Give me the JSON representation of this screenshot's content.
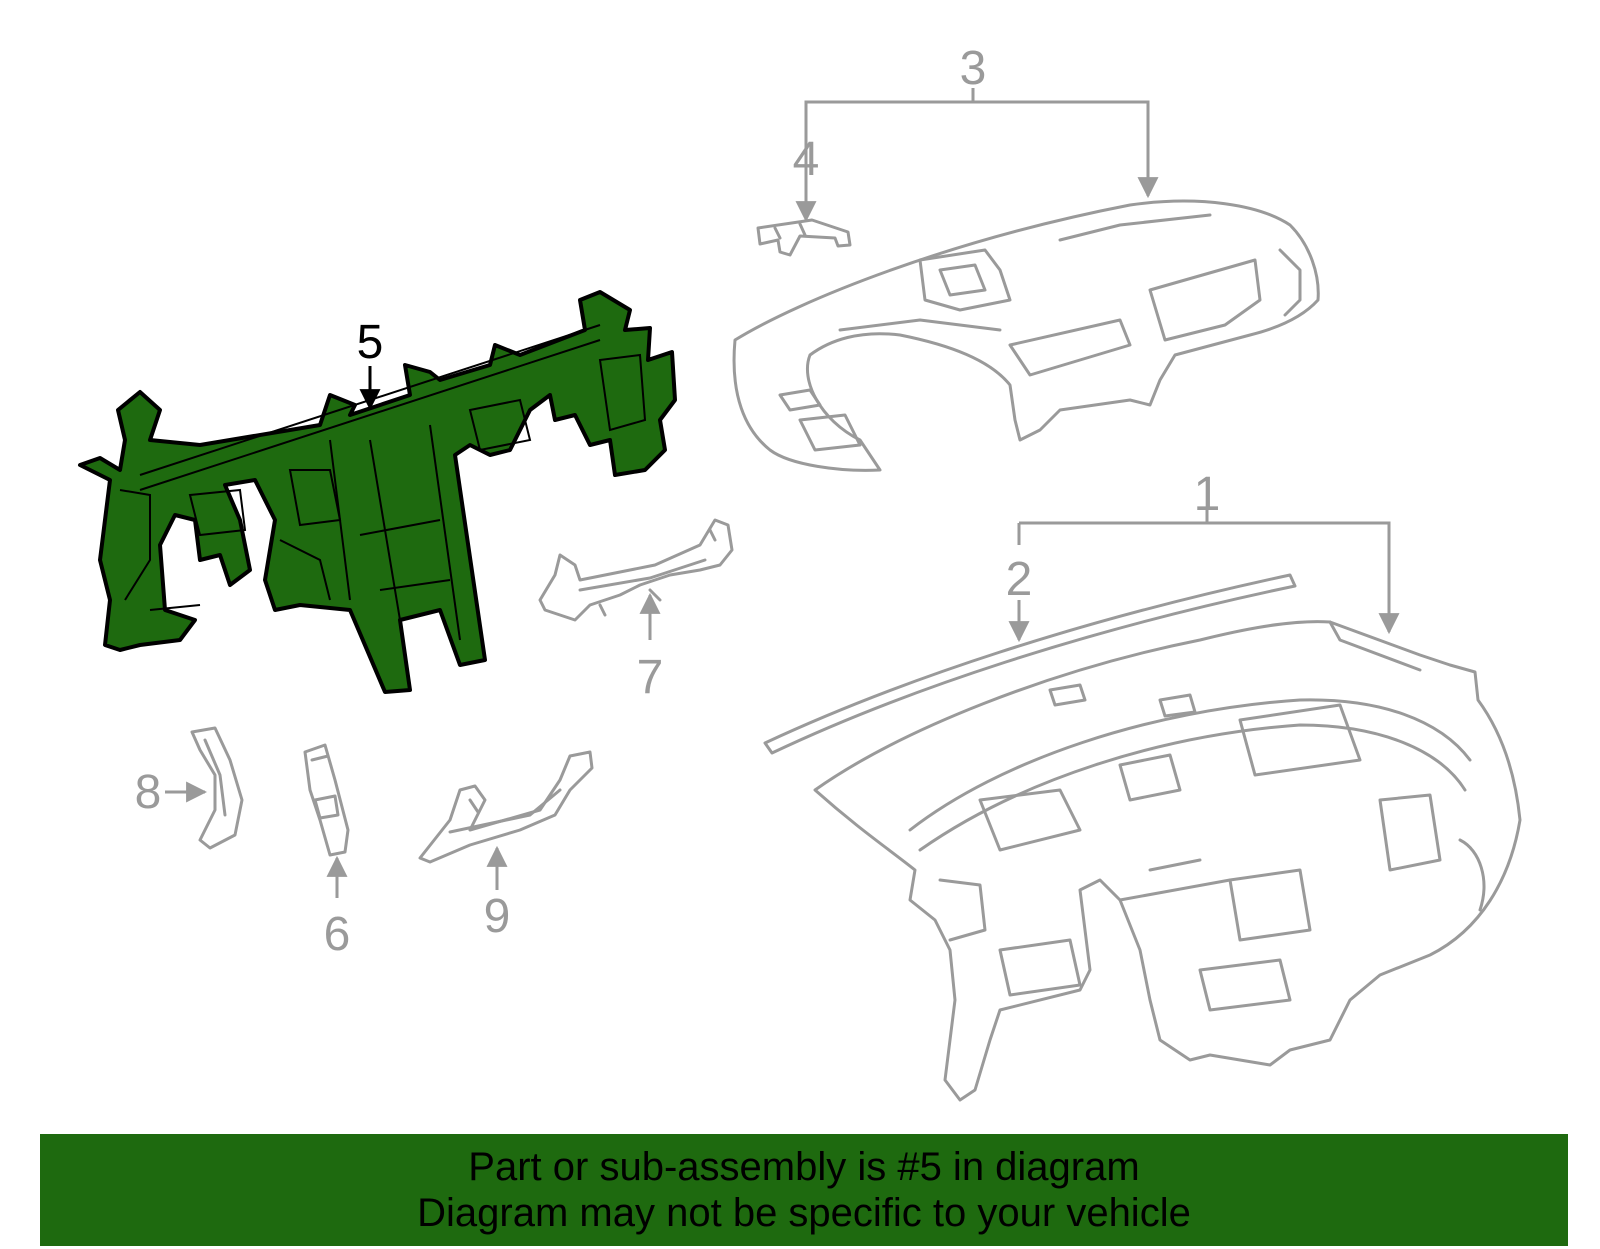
{
  "diagram": {
    "highlight_color": "#1e6a0f",
    "outline_color": "#9a9a9a",
    "callouts": {
      "c1": "1",
      "c2": "2",
      "c3": "3",
      "c4": "4",
      "c5": "5",
      "c6": "6",
      "c7": "7",
      "c8": "8",
      "c9": "9"
    },
    "highlighted_part": "5"
  },
  "banner": {
    "line1": "Part or sub-assembly is #5 in diagram",
    "line2": "Diagram may not be specific to your vehicle",
    "background": "#1e6a0f"
  }
}
